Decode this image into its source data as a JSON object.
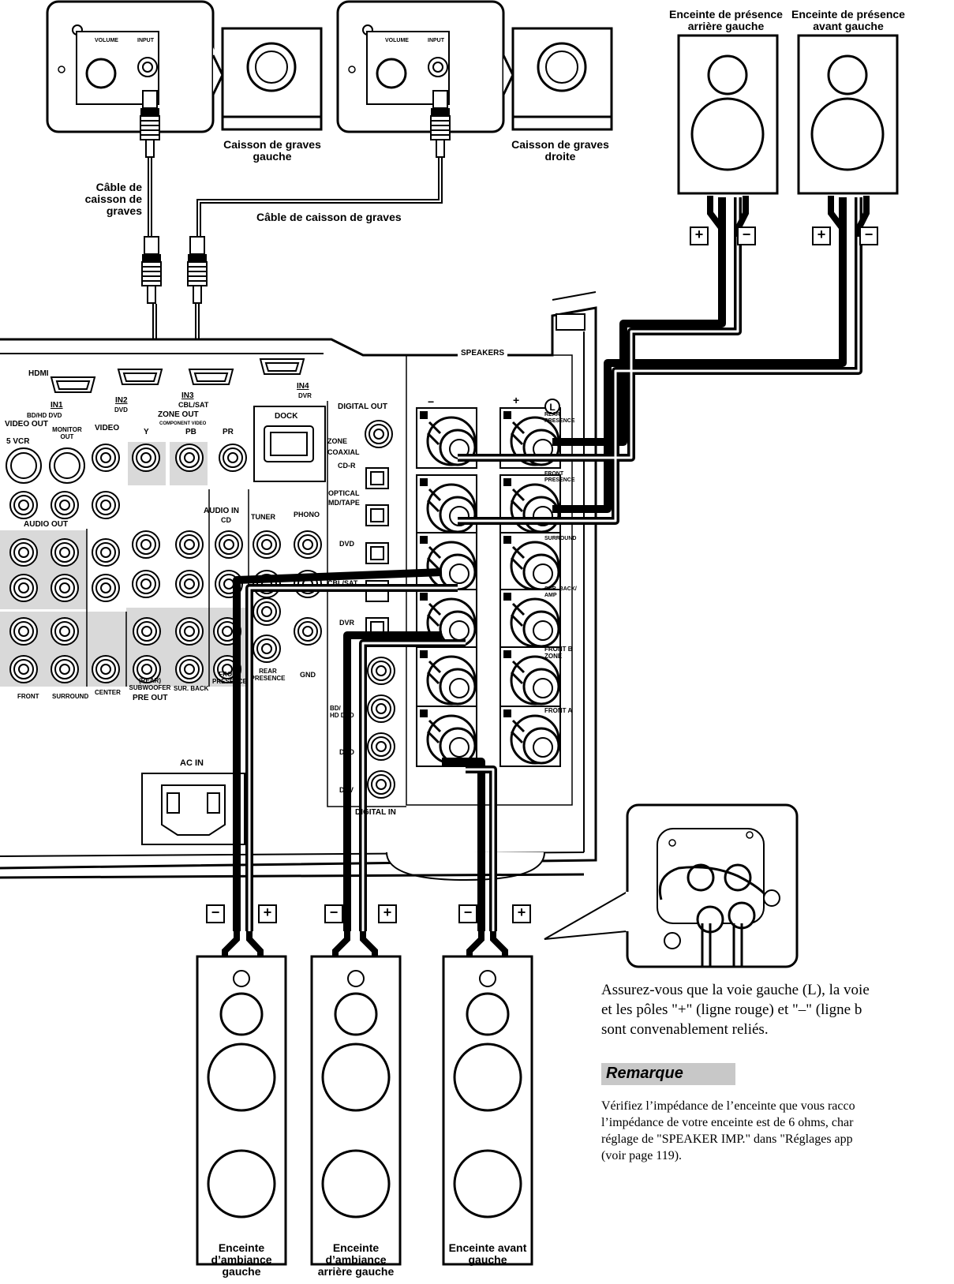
{
  "labels": {
    "spk_back_presence_left": "Enceinte de présence\narrière gauche",
    "spk_front_presence_left": "Enceinte de présence\navant gauche",
    "sub_left": "Caisson de graves\ngauche",
    "sub_right": "Caisson de graves\ndroite",
    "sub_cable_left": "Câble de\ncaisson de\ngraves",
    "sub_cable_right": "Câble de caisson de graves",
    "spk_surround_left": "Enceinte\nd’ambiance\ngauche",
    "spk_surround_back_left": "Enceinte\nd’ambiance\narrière gauche",
    "spk_front_left": "Enceinte avant\ngauche"
  },
  "polarity": {
    "plus": "+",
    "minus": "−"
  },
  "sub_panel": {
    "volume": "VOLUME",
    "input": "INPUT"
  },
  "receiver": {
    "hdmi": "HDMI",
    "in1": "IN1",
    "in1_sub": "BD/HD DVD",
    "in2": "IN2",
    "in2_sub": "DVD",
    "in3": "IN3",
    "in3_sub": "CBL/SAT",
    "in4": "IN4",
    "in4_sub": "DVR",
    "video_out": "VIDEO OUT",
    "vcr": "5 VCR",
    "monitor_out": "MONITOR\nOUT",
    "video": "VIDEO",
    "zone_out": "ZONE OUT",
    "component_video": "COMPONENT VIDEO",
    "y": "Y",
    "pb": "PB",
    "pr": "PR",
    "dock": "DOCK",
    "digital_out": "DIGITAL OUT",
    "zone": "ZONE",
    "coaxial": "COAXIAL",
    "cd_r": "CD-R",
    "optical": "OPTICAL",
    "md_tape": "MD/TAPE",
    "dvd": "DVD",
    "cbl_sat": "CBL/SAT",
    "dvr": "DVR",
    "bd_hd_dvd": "BD/\nHD DVD",
    "dtv": "DTV",
    "digital_in": "DIGITAL IN",
    "audio_out": "AUDIO OUT",
    "audio_in": "AUDIO IN",
    "cd": "CD",
    "tuner": "TUNER",
    "phono": "PHONO",
    "front": "FRONT",
    "surround": "SURROUND",
    "center": "CENTER",
    "rear_subwoofer": "(REAR)\nSUBWOOFER",
    "pre_out": "PRE OUT",
    "sur_back": "SUR. BACK",
    "front_presence": "FRONT\nPRESENCE",
    "rear_presence": "REAR\nPRESENCE",
    "gnd": "GND",
    "speakers": "SPEAKERS",
    "ac_in": "AC IN",
    "sp_rear_presence": "REAR\nPRESENCE",
    "sp_front_presence": "FRONT\nPRESENCE",
    "sp_surround": "SURROUND",
    "sp_sur_back": "SUR. BACK/\nAMP",
    "sp_front_b": "FRONT B\nZONE",
    "sp_front_a": "FRONT A",
    "sp_minus": "−",
    "sp_plus": "+"
  },
  "notes": {
    "note_line1": "Assurez-vous que la voie gauche (L), la voie",
    "note_line2": "et les pôles \"+\" (ligne rouge) et \"–\" (ligne b",
    "note_line3": "sont convenablement reliés.",
    "remark_title": "Remarque",
    "remark_line1": "Vérifiez l’impédance de l’enceinte que vous racco",
    "remark_line2": "l’impédance de votre enceinte est de 6 ohms, char",
    "remark_line3": "réglage de \"SPEAKER IMP.\" dans \"Réglages app",
    "remark_line4": "(voir page 119)."
  }
}
